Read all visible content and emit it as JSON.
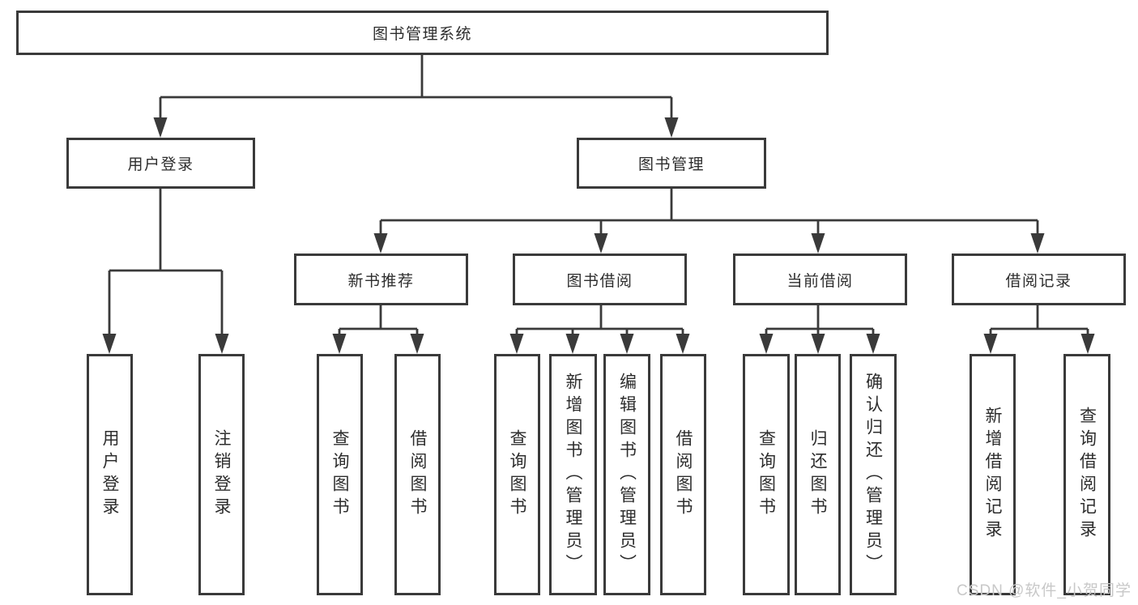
{
  "diagram": {
    "root": {
      "label": "图书管理系统"
    },
    "branches": [
      {
        "label": "用户登录",
        "leaves": [
          "用户登录",
          "注销登录"
        ]
      },
      {
        "label": "图书管理",
        "sections": [
          {
            "label": "新书推荐",
            "leaves": [
              "查询图书",
              "借阅图书"
            ]
          },
          {
            "label": "图书借阅",
            "leaves": [
              "查询图书",
              "新增图书（管理员）",
              "编辑图书（管理员）",
              "借阅图书"
            ]
          },
          {
            "label": "当前借阅",
            "leaves": [
              "查询图书",
              "归还图书",
              "确认归还（管理员）"
            ]
          },
          {
            "label": "借阅记录",
            "leaves": [
              "新增借阅记录",
              "查询借阅记录"
            ]
          }
        ]
      }
    ]
  },
  "watermark": {
    "text": "CSDN @软件_小贺同学"
  },
  "colors": {
    "line": "#3a3a3a",
    "text": "#2d2d2d",
    "watermark": "#c8c8c8",
    "background": "#ffffff"
  }
}
